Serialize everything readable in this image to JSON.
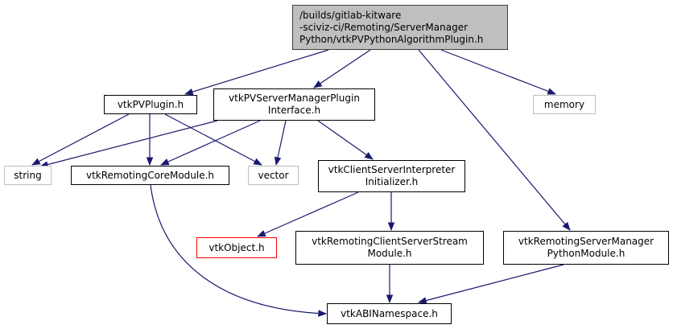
{
  "colors": {
    "edge": "#191970",
    "root_fill": "#bfbfbf",
    "external_border": "#bfbfbf",
    "missing_border": "#ff0000"
  },
  "nodes": {
    "root": "/builds/gitlab-kitware\n-sciviz-ci/Remoting/ServerManager\nPython/vtkPVPythonAlgorithmPlugin.h",
    "pvplugin": "vtkPVPlugin.h",
    "smplugin": "vtkPVServerManagerPlugin\nInterface.h",
    "memory": "memory",
    "string": "string",
    "coremodule": "vtkRemotingCoreModule.h",
    "vector": "vector",
    "csinit": "vtkClientServerInterpreter\nInitializer.h",
    "vtkobject": "vtkObject.h",
    "csstream": "vtkRemotingClientServerStream\nModule.h",
    "smpython": "vtkRemotingServerManager\nPythonModule.h",
    "abi": "vtkABINamespace.h"
  },
  "edges": [
    [
      "root",
      "pvplugin"
    ],
    [
      "root",
      "smplugin"
    ],
    [
      "root",
      "memory"
    ],
    [
      "root",
      "smpython"
    ],
    [
      "pvplugin",
      "string"
    ],
    [
      "pvplugin",
      "coremodule"
    ],
    [
      "pvplugin",
      "vector"
    ],
    [
      "smplugin",
      "string"
    ],
    [
      "smplugin",
      "coremodule"
    ],
    [
      "smplugin",
      "vector"
    ],
    [
      "smplugin",
      "csinit"
    ],
    [
      "coremodule",
      "abi"
    ],
    [
      "csinit",
      "vtkobject"
    ],
    [
      "csinit",
      "csstream"
    ],
    [
      "csstream",
      "abi"
    ],
    [
      "smpython",
      "abi"
    ]
  ]
}
